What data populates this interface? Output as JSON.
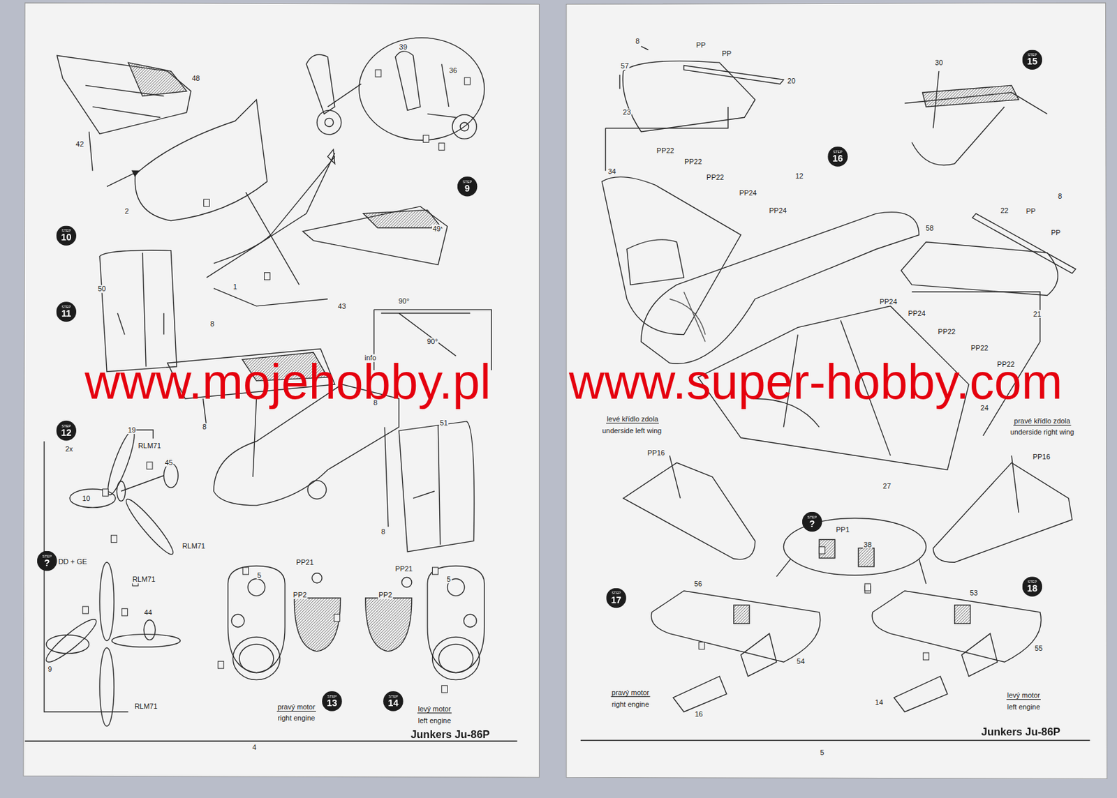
{
  "diagram": {
    "nodes": [
      {
        "text": [
          "STEP",
          "9"
        ]
      },
      {
        "text": [
          "STEP",
          "10"
        ]
      },
      {
        "text": [
          "STEP",
          "11"
        ]
      },
      {
        "text": [
          "STEP",
          "12"
        ]
      },
      {
        "text": [
          "STEP",
          "?"
        ]
      },
      {
        "text": [
          "STEP",
          "13"
        ]
      },
      {
        "text": [
          "STEP",
          "14"
        ]
      },
      {
        "text": [
          "STEP",
          "15"
        ]
      },
      {
        "text": [
          "STEP",
          "16"
        ]
      },
      {
        "text": [
          "STEP",
          "?"
        ]
      },
      {
        "text": [
          "STEP",
          "18"
        ]
      },
      {
        "text": [
          "STEP",
          "17"
        ]
      }
    ],
    "edges": [],
    "labels": [
      "48",
      "42",
      "2",
      "39",
      "36",
      "1",
      "43",
      "49",
      "50",
      "8",
      "90°",
      "90°",
      "info",
      "8",
      "8",
      "51",
      "8",
      "19",
      "RLM71",
      "2x",
      "45",
      "10",
      "RLM71",
      "DD + GE",
      "RLM71",
      "44",
      "9",
      "RLM71",
      "5",
      "PP21",
      "PP2",
      "PP21",
      "5",
      "PP2",
      "pravý motor",
      "right engine",
      "levý motor",
      "left engine",
      "4",
      "Junkers Ju-86P",
      "8",
      "PP",
      "PP",
      "57",
      "20",
      "23",
      "30",
      "PP22",
      "PP22",
      "PP22",
      "34",
      "12",
      "PP24",
      "PP24",
      "8",
      "22",
      "PP",
      "PP",
      "58",
      "21",
      "PP24",
      "PP24",
      "PP22",
      "PP22",
      "PP22",
      "www.mojehobby.pl",
      "www.super-hobby.com",
      "24",
      "levé křídlo zdola",
      "underside left wing",
      "pravé křídlo zdola",
      "underside right wing",
      "PP16",
      "PP16",
      "27",
      "PP1",
      "38",
      "56",
      "53",
      "54",
      "55",
      "pravý motor",
      "right engine",
      "16",
      "14",
      "levý motor",
      "left engine",
      "5",
      "Junkers Ju-86P"
    ]
  }
}
